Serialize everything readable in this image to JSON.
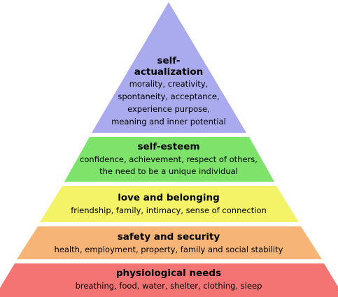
{
  "diagram": {
    "type": "pyramid",
    "colors": {
      "self_actualization": "#aaaaee",
      "self_esteem": "#7ee36a",
      "love_belonging": "#f4f368",
      "safety_security": "#f6b576",
      "physiological": "#f47373"
    },
    "layers": [
      {
        "key": "self_actualization",
        "title_lines": [
          "self-",
          "actualization"
        ],
        "desc_lines": [
          "morality, creativity,",
          "spontaneity, acceptance,",
          "experience purpose,",
          "meaning and inner potential"
        ]
      },
      {
        "key": "self_esteem",
        "title_lines": [
          "self-esteem"
        ],
        "desc_lines": [
          "confidence, achievement, respect of others,",
          "the need to be a unique individual"
        ]
      },
      {
        "key": "love_belonging",
        "title_lines": [
          "love and belonging"
        ],
        "desc_lines": [
          "friendship, family, intimacy, sense of connection"
        ]
      },
      {
        "key": "safety_security",
        "title_lines": [
          "safety and security"
        ],
        "desc_lines": [
          "health, employment, property, family and social stability"
        ]
      },
      {
        "key": "physiological",
        "title_lines": [
          "physiological needs"
        ],
        "desc_lines": [
          "breathing, food, water, shelter, clothing, sleep"
        ]
      }
    ]
  }
}
